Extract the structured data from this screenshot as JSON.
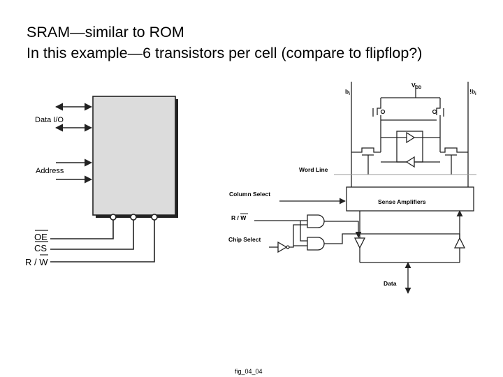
{
  "title": {
    "line1": "SRAM—similar to ROM",
    "line2": "In this example—6 transistors per cell (compare to flipflop?)"
  },
  "left_diagram": {
    "data_io_label": "Data I/O",
    "address_label": "Address",
    "oe_label": "OE",
    "cs_label": "CS",
    "rw_label": "R / W"
  },
  "right_diagram": {
    "bit_line_label": "b",
    "bit_line_sub": "i",
    "bit_bar_label": "!b",
    "bit_bar_sub": "i",
    "vdd_label": "V",
    "vdd_sub": "DD",
    "word_line_label": "Word Line",
    "column_select_label": "Column Select",
    "sense_amp_label": "Sense Amplifiers",
    "rw_label": "R / W",
    "chip_select_label": "Chip Select",
    "data_label": "Data"
  },
  "figure_caption": "fig_04_04"
}
